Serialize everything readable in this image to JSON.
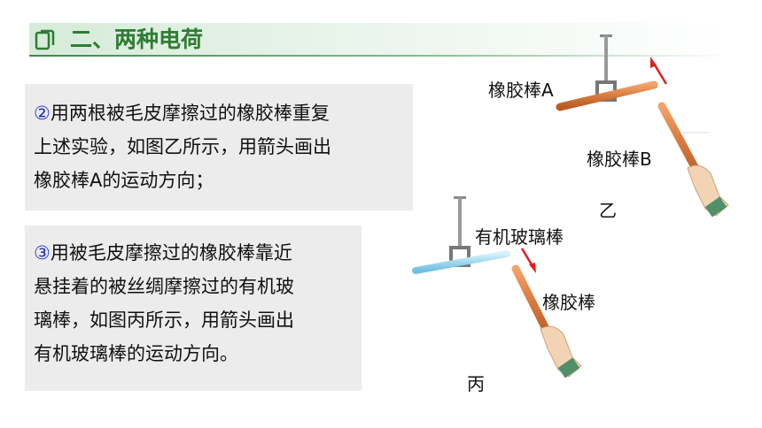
{
  "header": {
    "title": "二、两种电荷",
    "icon": "copy-pages-icon",
    "accent": "#2e7d32"
  },
  "item2": {
    "number": "②",
    "line1": "用两根被毛皮摩擦过的橡胶棒重复",
    "line2": "上述实验，如图乙所示，用箭头画出",
    "line3": "橡胶棒A的运动方向；"
  },
  "item3": {
    "number": "③",
    "line1": "用被毛皮摩擦过的橡胶棒靠近",
    "line2": "悬挂着的被丝绸摩擦过的有机玻",
    "line3": "璃棒，如图丙所示，用箭头画出",
    "line4": "有机玻璃棒的运动方向。"
  },
  "figure_yi": {
    "rod_a_label": "橡胶棒A",
    "rod_b_label": "橡胶棒B",
    "caption": "乙",
    "arrow_color": "#e02020"
  },
  "figure_bing": {
    "glass_rod_label": "有机玻璃棒",
    "rubber_rod_label": "橡胶棒",
    "caption": "丙",
    "arrow_color": "#e02020"
  }
}
